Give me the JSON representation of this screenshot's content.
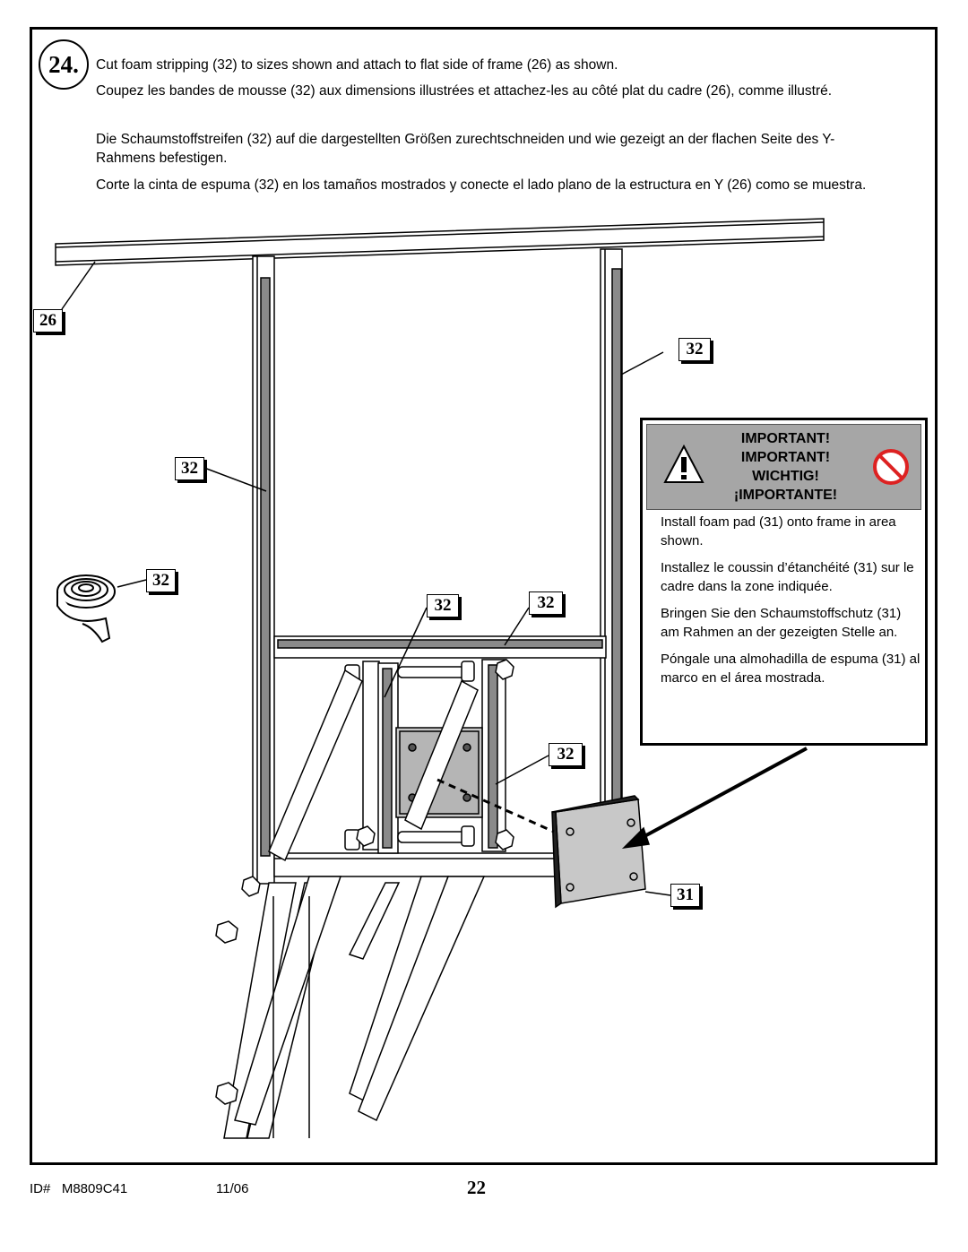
{
  "step": {
    "number": "24.",
    "instructions": {
      "en": "Cut foam stripping (32) to sizes shown and attach to flat side of frame (26) as shown.",
      "fr": "Coupez les bandes de mousse (32) aux dimensions illustrées et attachez-les au côté plat du cadre (26), comme illustré.",
      "de": "Die Schaumstoffstreifen (32) auf die dargestellten Größen zurechtschneiden und wie gezeigt an der flachen Seite des Y-Rahmens befestigen.",
      "es": "Corte la cinta de espuma (32) en los tamaños mostrados y conecte el lado plano de la estructura en Y (26) como se muestra."
    }
  },
  "callouts": {
    "frame": "26",
    "foam_right_upright": "32",
    "foam_left_upright": "32",
    "foam_roll": "32",
    "foam_inner_upright": "32",
    "foam_crossbar": "32",
    "foam_lower_right": "32",
    "foam_pad": "31"
  },
  "notice": {
    "titles": [
      "IMPORTANT!",
      "IMPORTANT!",
      "WICHTIG!",
      "¡IMPORTANTE!"
    ],
    "body": [
      "Install foam pad (31) onto frame in area shown.",
      "Installez le coussin d’étanchéité (31) sur le cadre dans la zone indiquée.",
      "Bringen Sie den Schaumstoffschutz (31) am Rahmen an der gezeigten Stelle an.",
      "Póngale una almohadilla de espuma (31) al marco en el área mostrada."
    ],
    "icons": [
      "warning-triangle-icon",
      "prohibited-icon"
    ],
    "header_color": "#a6a6a6"
  },
  "footer": {
    "id_label": "ID#   M8809C41",
    "date": "11/06",
    "page_number": "22"
  }
}
